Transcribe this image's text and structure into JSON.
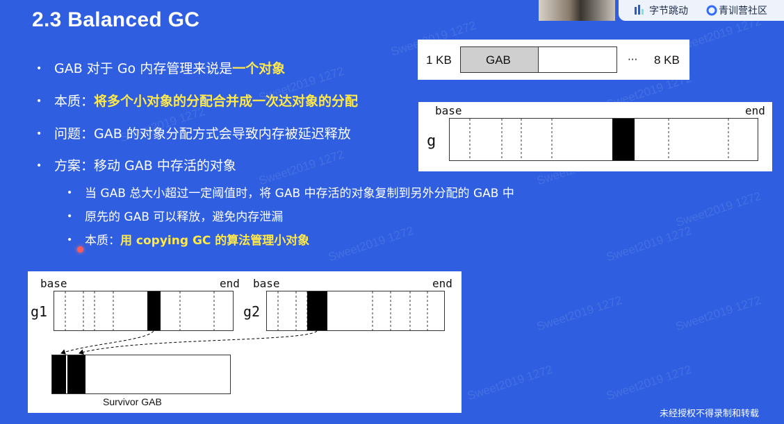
{
  "header": {
    "title": "2.3 Balanced GC",
    "brand_1": "字节跳动",
    "brand_2": "青训营社区"
  },
  "bullets": [
    {
      "pre": "GAB 对于 Go 内存管理来说是",
      "hl": "一个对象"
    },
    {
      "pre": "本质：",
      "hl": "将多个小对象的分配合并成一次达对象的分配"
    },
    {
      "pre": "问题：GAB 的对象分配方式会导致内存被延迟释放",
      "hl": ""
    },
    {
      "pre": "方案：移动 GAB 中存活的对象",
      "hl": ""
    }
  ],
  "sub_bullets": [
    {
      "pre": "当 GAB 总大小超过一定阈值时，将 GAB 中存活的对象复制到另外分配的 GAB 中",
      "hl": ""
    },
    {
      "pre": "原先的 GAB 可以释放，避免内存泄漏",
      "hl": ""
    },
    {
      "pre": "本质：",
      "hl": "用 copying GC 的算法管理小对象"
    }
  ],
  "size_diagram": {
    "left": "1 KB",
    "box": "GAB",
    "dots": "···",
    "right": "8 KB"
  },
  "g_diagram": {
    "base": "base",
    "end": "end",
    "name": "g"
  },
  "bottom_diagram": {
    "g1": {
      "base": "base",
      "end": "end",
      "name": "g1"
    },
    "g2": {
      "base": "base",
      "end": "end",
      "name": "g2"
    },
    "survivor": "Survivor GAB"
  },
  "watermark": "Sweet2019 1272",
  "footer": "未经授权不得录制和转载",
  "colors": {
    "background": "#2f5fe0",
    "highlight": "#ffe84a"
  }
}
